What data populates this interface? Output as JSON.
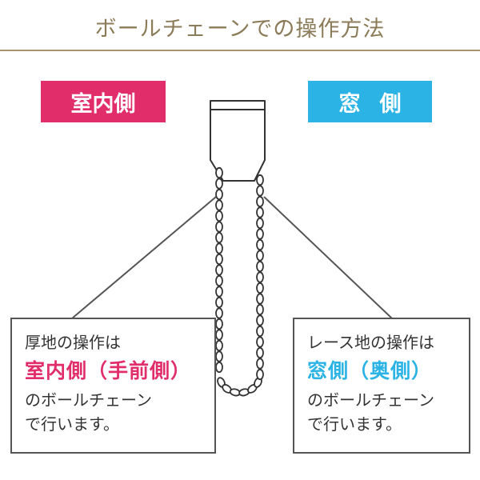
{
  "title": "ボールチェーンでの操作方法",
  "colors": {
    "title_text": "#8c7b58",
    "rule": "#a8946a",
    "indoor_accent": "#e12e6b",
    "window_accent": "#2bb3e5",
    "outline": "#333333",
    "leader_line": "#555555"
  },
  "labels": {
    "indoor": "室内側",
    "window": "窓側"
  },
  "boxes": {
    "left": {
      "line1": "厚地の操作は",
      "emphasis": "室内側（手前側）",
      "line3": "のボールチェーン",
      "line4": "で行います。"
    },
    "right": {
      "line1": "レース地の操作は",
      "emphasis": "窓側（奥側）",
      "line3": "のボールチェーン",
      "line4": "で行います。"
    }
  }
}
